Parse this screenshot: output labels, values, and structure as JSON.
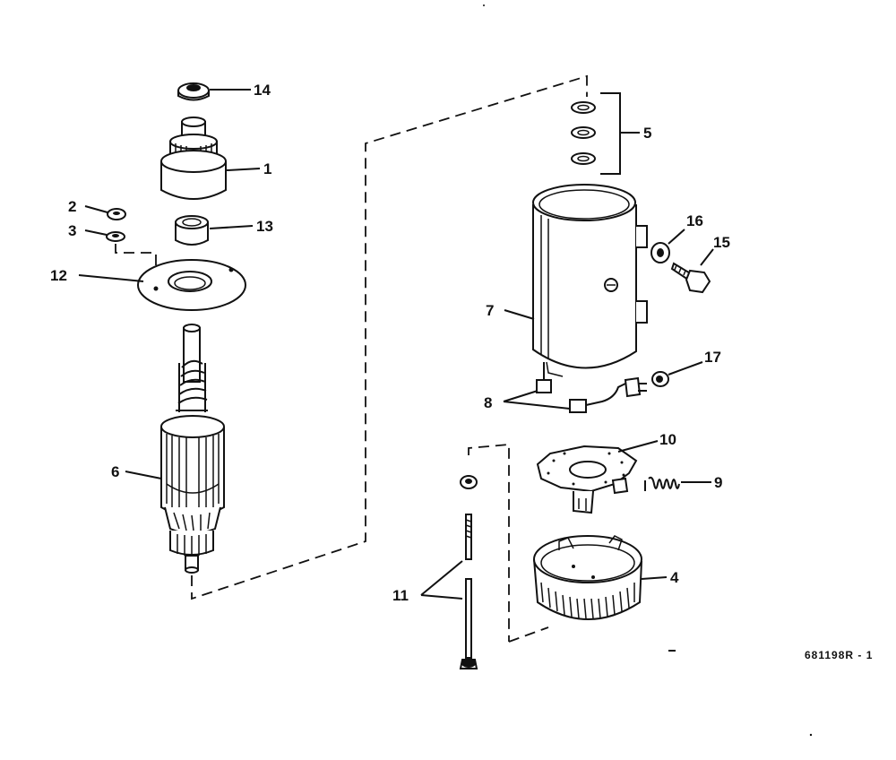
{
  "figure_id": "681198R - 1",
  "colors": {
    "ink": "#111111",
    "paper": "#ffffff"
  },
  "callouts": {
    "c1": "1",
    "c2": "2",
    "c3": "3",
    "c4": "4",
    "c5": "5",
    "c6": "6",
    "c7": "7",
    "c8": "8",
    "c9": "9",
    "c10": "10",
    "c11": "11",
    "c12": "12",
    "c13": "13",
    "c14": "14",
    "c15": "15",
    "c16": "16",
    "c17": "17"
  }
}
